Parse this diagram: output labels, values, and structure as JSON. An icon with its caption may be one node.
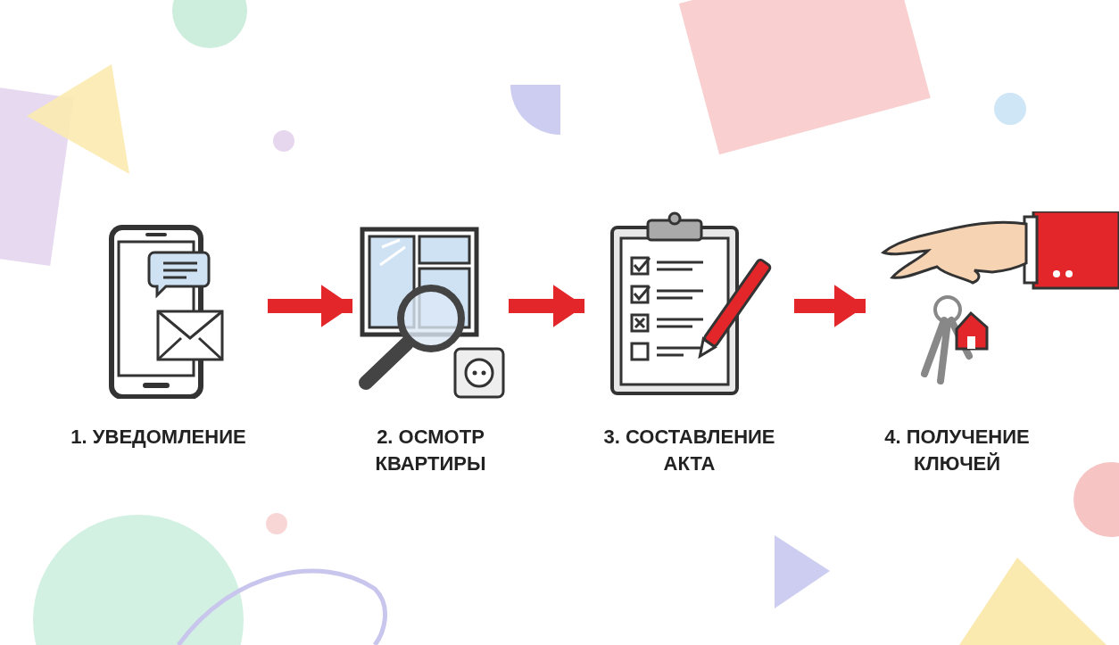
{
  "diagram": {
    "nodes": [
      {
        "text": [
          "1. УВЕДОМЛЕНИЕ"
        ]
      },
      {
        "text": [
          "2. ОСМОТР КВАРТИРЫ"
        ]
      },
      {
        "text": [
          "3. СОСТАВЛЕНИЕ АКТА"
        ]
      },
      {
        "text": [
          "4. ПОЛУЧЕНИЕ КЛЮЧЕЙ"
        ]
      }
    ],
    "edges": [
      {
        "from": 0,
        "to": 1,
        "arrow": "to"
      },
      {
        "from": 1,
        "to": 2,
        "arrow": "to"
      },
      {
        "from": 2,
        "to": 3,
        "arrow": "to"
      }
    ]
  }
}
